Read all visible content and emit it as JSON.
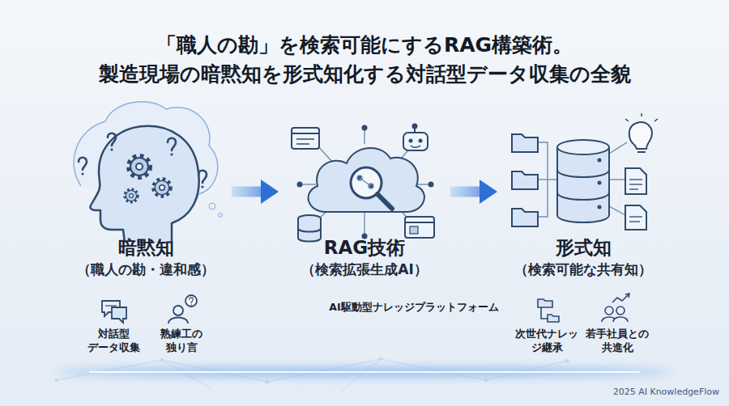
{
  "diagram": {
    "title": "「職人の勘」を検索可能にするRAG構築術。 製造現場の暗黙知を形式知化する対話型データ収集の全貌",
    "nodes": [
      {
        "text": [
          "暗黙知",
          "（職人の勘・違和感）"
        ]
      },
      {
        "text": [
          "RAG技術",
          "（検索拡張生成AI）"
        ]
      },
      {
        "text": [
          "形式知",
          "（検索可能な共有知）"
        ]
      }
    ],
    "edges": [
      {
        "from": 0,
        "to": 1,
        "arrow": "to"
      },
      {
        "from": 1,
        "to": 2,
        "arrow": "to"
      }
    ],
    "labels": [
      "対話型 データ収集",
      "熟練工の 独り言",
      "AI駆動型ナレッジプラットフォーム",
      "次世代ナレッ ジ継承",
      "若手社員との 共進化",
      "2025 AI KnowledgeFlow"
    ]
  }
}
